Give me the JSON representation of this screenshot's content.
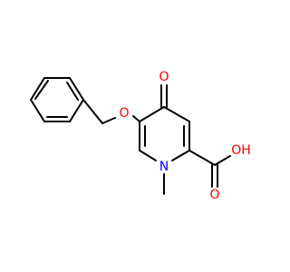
{
  "molecule": {
    "colors": {
      "bond": "#000000",
      "oxygen": "#ff0000",
      "nitrogen": "#0000ff",
      "carbon": "#000000"
    },
    "atoms": {
      "ketone_oxygen": "O",
      "ether_oxygen": "O",
      "ring_nitrogen": "N",
      "hydroxyl_oxygen": "OH",
      "carbonyl_oxygen": "O"
    }
  }
}
